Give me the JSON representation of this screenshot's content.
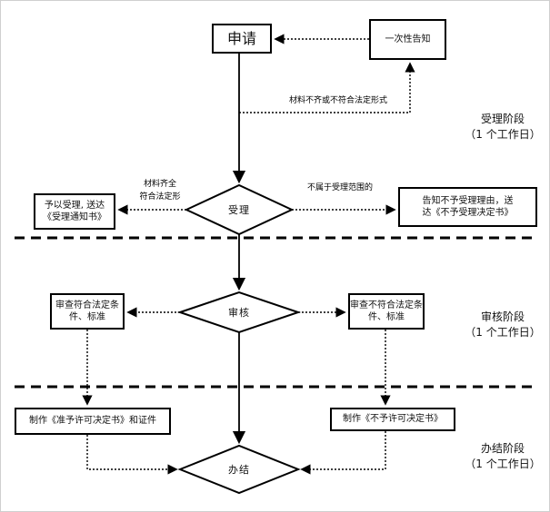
{
  "diagram": {
    "nodes": {
      "apply": "申请",
      "notify": "一次性告知",
      "accept_decision": "受理",
      "review_decision": "审核",
      "complete_decision": "办结",
      "accept_box": {
        "line1": "予以受理, 送达",
        "line2": "《受理通知书》"
      },
      "reject_box": {
        "line1": "告知不予受理理由，送",
        "line2": "达《不予受理决定书》"
      },
      "review_pass_box": {
        "line1": "审查符合法定条",
        "line2": "件、标准"
      },
      "review_fail_box": {
        "line1": "审查不符合法定条",
        "line2": "件、标准"
      },
      "make_permit_box": "制作《准予许可决定书》和证件",
      "make_denial_box": "制作《不予许可决定书》"
    },
    "edge_labels": {
      "materials_incomplete": "材料不齐或不符合法定形式",
      "materials_complete": {
        "line1": "材料齐全",
        "line2": "符合法定形"
      },
      "not_in_scope": "不属于受理范围的"
    },
    "stages": {
      "stage1": {
        "line1": "受理阶段",
        "line2": "（1 个工作日）"
      },
      "stage2": {
        "line1": "审核阶段",
        "line2": "（1 个工作日）"
      },
      "stage3": {
        "line1": "办结阶段",
        "line2": "（1 个工作日）"
      }
    },
    "colors": {
      "line": "#000000",
      "background": "#ffffff",
      "box_fill": "#ffffff"
    }
  }
}
